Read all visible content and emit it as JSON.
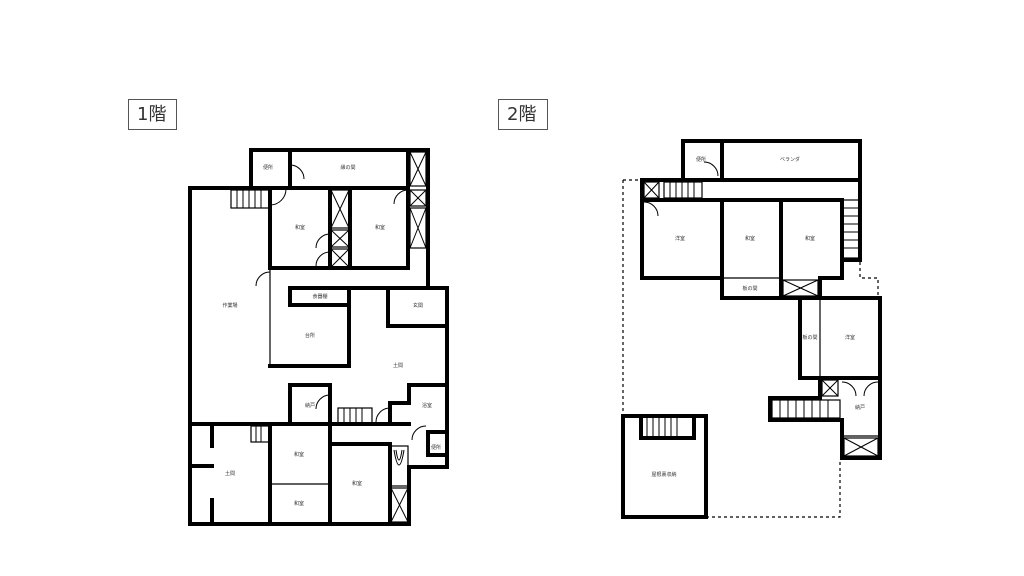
{
  "floors": [
    {
      "id": "floor-1",
      "tag": "1階",
      "rooms": [
        {
          "name": "toilet-1f-north",
          "label": "便所"
        },
        {
          "name": "engawa",
          "label": "縁の間"
        },
        {
          "name": "washitsu-1",
          "label": "和室"
        },
        {
          "name": "washitsu-2",
          "label": "和室"
        },
        {
          "name": "workshop",
          "label": "作業場"
        },
        {
          "name": "storage-shelf",
          "label": "食器棚"
        },
        {
          "name": "kitchen",
          "label": "台所"
        },
        {
          "name": "entrance",
          "label": "玄関"
        },
        {
          "name": "doma",
          "label": "土間"
        },
        {
          "name": "closet-1f",
          "label": "納戸"
        },
        {
          "name": "bath",
          "label": "浴室"
        },
        {
          "name": "garage",
          "label": "土間"
        },
        {
          "name": "washitsu-3",
          "label": "和室"
        },
        {
          "name": "washitsu-4",
          "label": "和室"
        },
        {
          "name": "washitsu-5",
          "label": "和室"
        },
        {
          "name": "toilet-1f-south",
          "label": "便所"
        }
      ]
    },
    {
      "id": "floor-2",
      "tag": "2階",
      "rooms": [
        {
          "name": "toilet-2f",
          "label": "便所"
        },
        {
          "name": "balcony",
          "label": "ベランダ"
        },
        {
          "name": "yoshitsu-1",
          "label": "洋室"
        },
        {
          "name": "washitsu-2f-1",
          "label": "和室"
        },
        {
          "name": "washitsu-2f-2",
          "label": "和室"
        },
        {
          "name": "hallway-1",
          "label": "板の間"
        },
        {
          "name": "hallway-2",
          "label": "板の間"
        },
        {
          "name": "yoshitsu-2",
          "label": "洋室"
        },
        {
          "name": "closet-2f",
          "label": "納戸"
        },
        {
          "name": "attic-storage",
          "label": "屋根裏収納"
        }
      ]
    }
  ]
}
